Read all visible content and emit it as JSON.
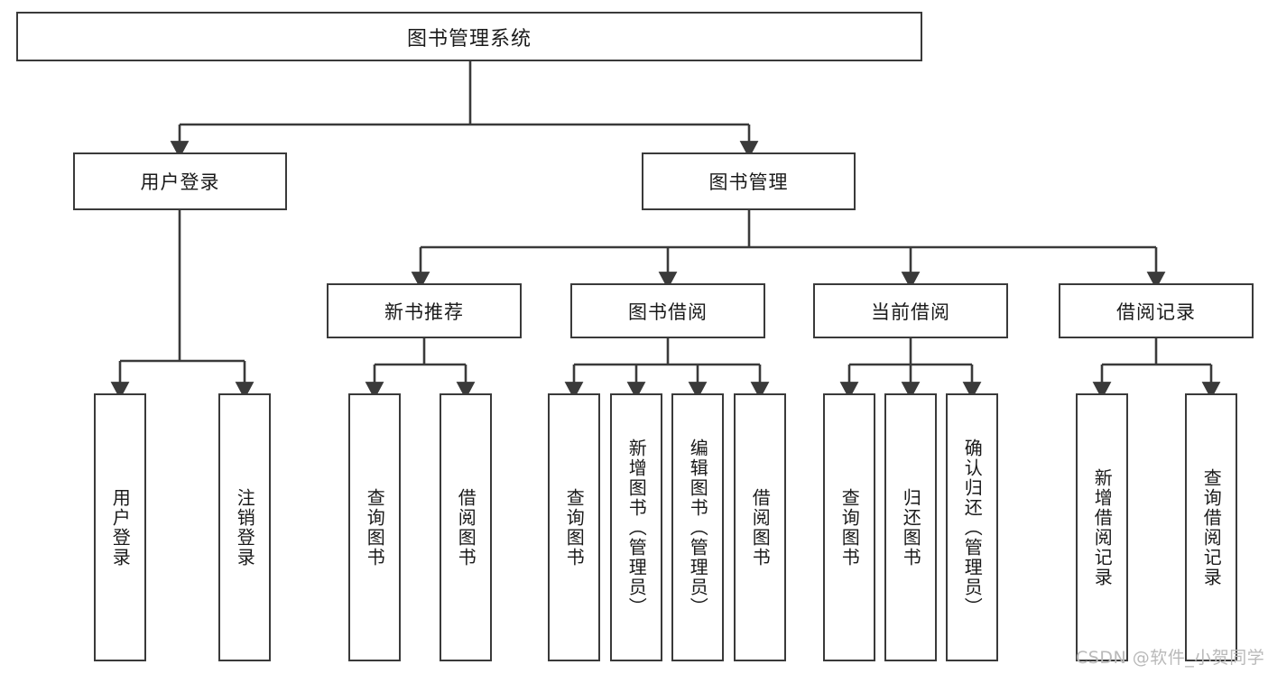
{
  "diagram": {
    "title": "图书管理系统",
    "type": "tree-hierarchy",
    "colors": {
      "box_border": "#3a3a3a",
      "box_fill": "#ffffff",
      "connector": "#3a3a3a",
      "text": "#1a1a1a",
      "watermark": "#b9b9b9"
    }
  },
  "root": {
    "label": "图书管理系统"
  },
  "level2": [
    {
      "label": "用户登录"
    },
    {
      "label": "图书管理"
    }
  ],
  "level3": [
    {
      "label": "新书推荐"
    },
    {
      "label": "图书借阅"
    },
    {
      "label": "当前借阅"
    },
    {
      "label": "借阅记录"
    }
  ],
  "leaves": {
    "user_login": [
      {
        "label": "用户登录"
      },
      {
        "label": "注销登录"
      }
    ],
    "new_book_recommend": [
      {
        "label": "查询图书"
      },
      {
        "label": "借阅图书"
      }
    ],
    "book_borrow": [
      {
        "label": "查询图书"
      },
      {
        "label": "新增图书（管理员）"
      },
      {
        "label": "编辑图书（管理员）"
      },
      {
        "label": "借阅图书"
      }
    ],
    "current_borrow": [
      {
        "label": "查询图书"
      },
      {
        "label": "归还图书"
      },
      {
        "label": "确认归还（管理员）"
      }
    ],
    "borrow_record": [
      {
        "label": "新增借阅记录"
      },
      {
        "label": "查询借阅记录"
      }
    ]
  },
  "watermark": {
    "text": "CSDN @软件_小贺同学"
  }
}
